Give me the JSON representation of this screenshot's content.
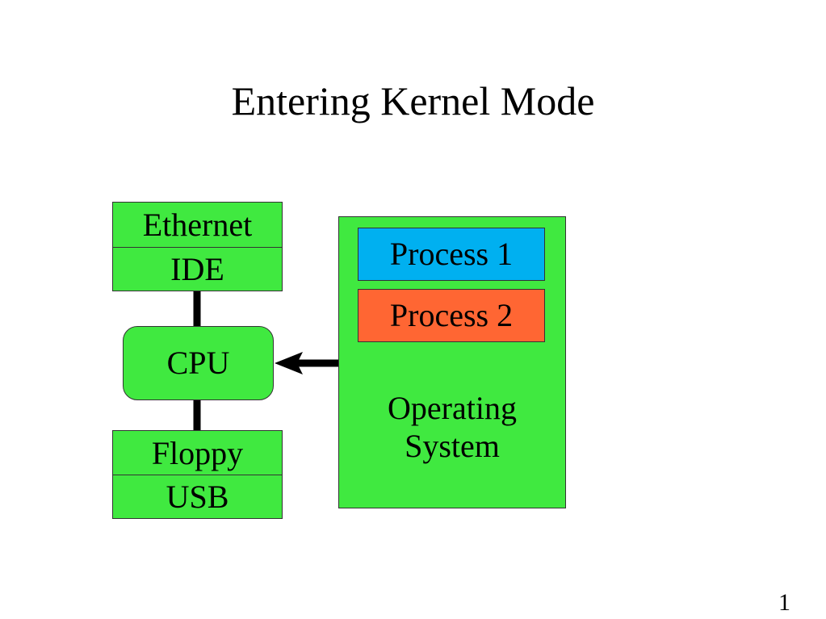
{
  "title": "Entering Kernel Mode",
  "top_device_stack": {
    "upper": "Ethernet",
    "lower": "IDE"
  },
  "cpu": {
    "label": "CPU"
  },
  "bottom_device_stack": {
    "upper": "Floppy",
    "lower": "USB"
  },
  "operating_system": {
    "label_line1": "Operating",
    "label_line2": "System",
    "process1": "Process 1",
    "process2": "Process 2"
  },
  "page_number": "1",
  "colors": {
    "green": "#40e940",
    "process1": "#00b0f0",
    "process2": "#ff6633",
    "connector": "#000000"
  }
}
